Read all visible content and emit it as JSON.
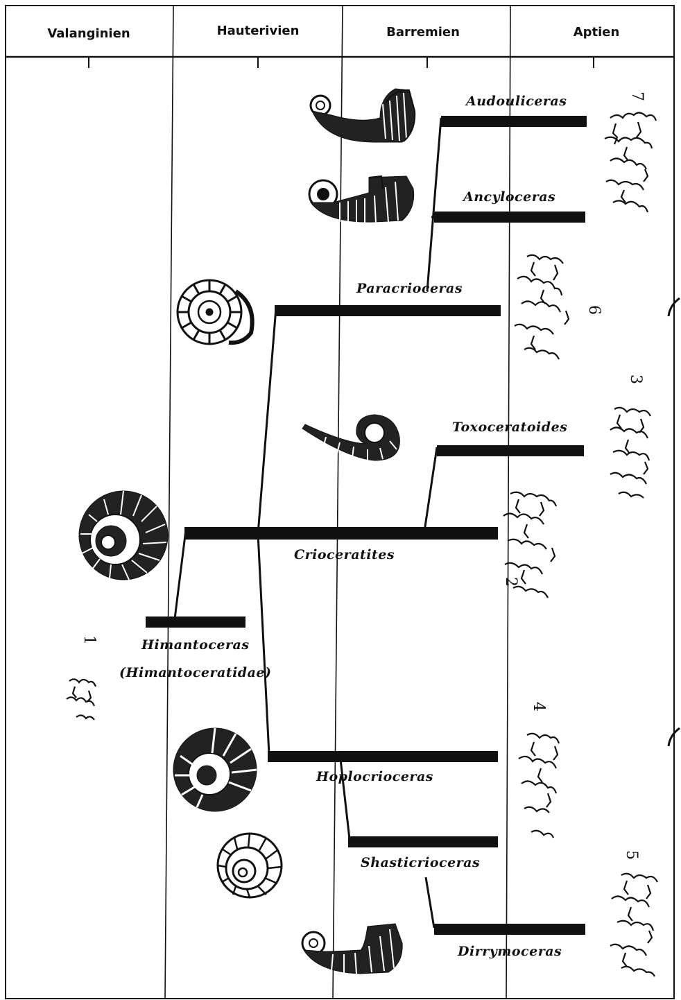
{
  "stages": [
    {
      "label": "Valanginien"
    },
    {
      "label": "Hauterivien"
    },
    {
      "label": "Barremien"
    },
    {
      "label": "Aptien"
    }
  ],
  "taxa": {
    "audouliceras": "Audouliceras",
    "ancyloceras": "Ancyloceras",
    "paracrioceras": "Paracrioceras",
    "toxoceratoides": "Toxoceratoides",
    "crioceratites": "Crioceratites",
    "himantoceras": "Himantoceras",
    "himantoceratidae": "(Himantoceratidae)",
    "hoplocrioceras": "Hoplocrioceras",
    "shasticrioceras": "Shasticrioceras",
    "dirrymoceras": "Dirrymoceras"
  },
  "suture_numbers": [
    "1",
    "2",
    "3",
    "4",
    "5",
    "6",
    "7"
  ]
}
